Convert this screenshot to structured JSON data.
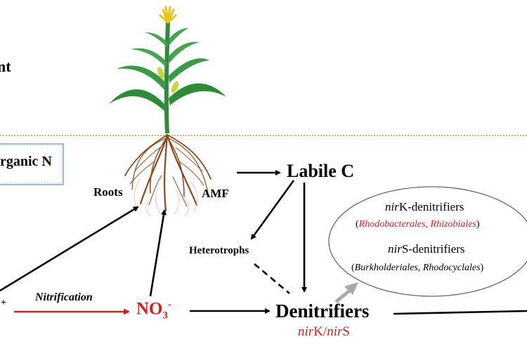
{
  "labels": {
    "plant_partial": "nt",
    "organic_n_partial": "rganic N",
    "roots": "Roots",
    "amf": "AMF",
    "labile_c": "Labile C",
    "heterotrophs": "Heterotrophs",
    "nitrification": "Nitrification",
    "nh4_partial": "+",
    "no3": "NO",
    "no3_sub": "3",
    "no3_sup": "-",
    "denitrifiers": "Denitrifiers",
    "denitrifiers_genes": {
      "nirk": "nir",
      "k_slash": "K/",
      "nirs": "nir",
      "s": "S"
    },
    "nirk_group": {
      "italic": "nir",
      "rest": "K-denitrifiers",
      "taxa_open": "(",
      "taxa": "Rhodobacterales, Rhizobiales",
      "taxa_close": ")"
    },
    "nirs_group": {
      "italic": "nir",
      "rest": "S-denitrifiers",
      "taxa_open": "(",
      "taxa": "Burkholderiales, Rhodocyclales",
      "taxa_close": ")"
    }
  },
  "colors": {
    "soil_line": "#b39a5b",
    "arrow": "#000000",
    "nitrification_arrow": "#d21f1f",
    "gray_arrow": "#a9a9a9",
    "root": "#8b4a1e",
    "leaf": "#2f8a3a",
    "tassel": "#e6c41b",
    "organic_box": "#7fa6c9"
  }
}
